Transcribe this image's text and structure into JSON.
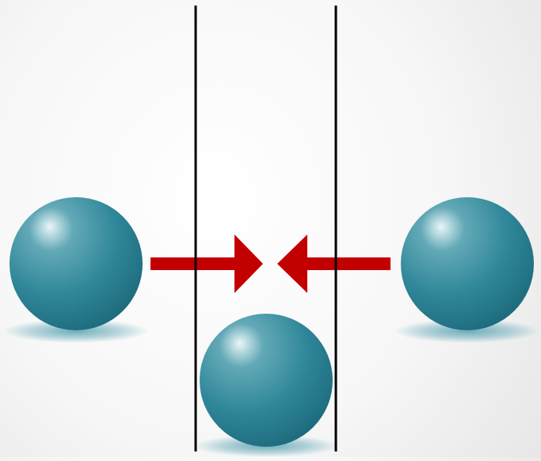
{
  "diagram": {
    "elements": [
      {
        "kind": "sphere",
        "name": "left-sphere"
      },
      {
        "kind": "arrow",
        "name": "right-pointing-arrow"
      },
      {
        "kind": "arrow",
        "name": "left-pointing-arrow"
      },
      {
        "kind": "sphere",
        "name": "right-sphere"
      },
      {
        "kind": "sphere",
        "name": "bottom-center-sphere"
      },
      {
        "kind": "line",
        "name": "left-vertical-line"
      },
      {
        "kind": "line",
        "name": "right-vertical-line"
      }
    ]
  },
  "colors": {
    "sphere": "#2f8799",
    "sphere_dark": "#1d6b7d",
    "sphere_highlight": "#eaf6f8",
    "shadow": "#3e95a6",
    "arrow": "#c30000",
    "line": "#000000"
  }
}
